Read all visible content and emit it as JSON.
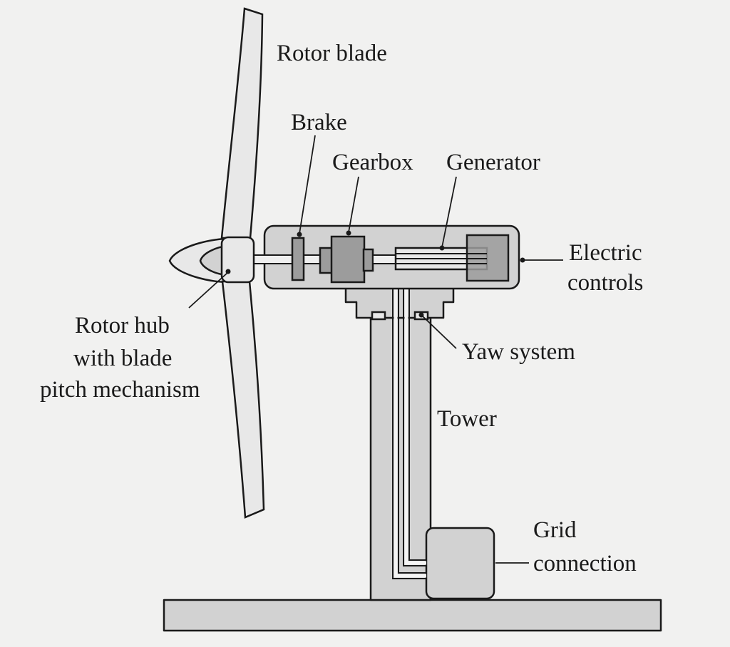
{
  "labels": {
    "rotor_blade": "Rotor blade",
    "brake": "Brake",
    "gearbox": "Gearbox",
    "generator": "Generator",
    "electric_controls": [
      "Electric",
      "controls"
    ],
    "rotor_hub": [
      "Rotor hub",
      "with blade",
      "pitch mechanism"
    ],
    "yaw_system": "Yaw system",
    "tower": "Tower",
    "grid_connection": [
      "Grid",
      "connection"
    ]
  },
  "colors": {
    "background": "#f1f1f0",
    "component_fill": "#d2d2d2",
    "component_dark": "#9c9c9c",
    "outline": "#1a1a1a"
  }
}
